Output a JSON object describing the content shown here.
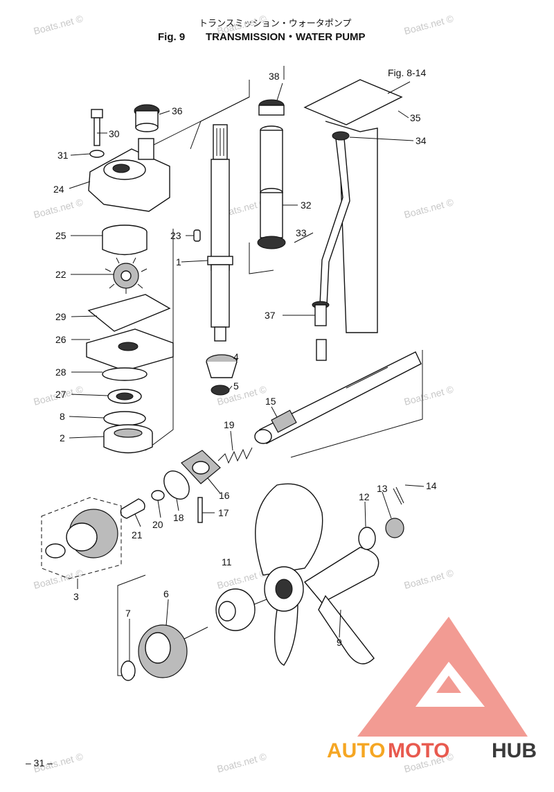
{
  "header": {
    "jp_title": "トランスミッション・ウォータポンプ",
    "fig_label": "Fig. 9",
    "title": "TRANSMISSION・WATER PUMP",
    "ref_label": "Fig. 8-14"
  },
  "watermark": "Boats.net ©",
  "callouts": {
    "c1": "1",
    "c2": "2",
    "c3": "3",
    "c4": "4",
    "c5": "5",
    "c6": "6",
    "c7": "7",
    "c8": "8",
    "c9": "9",
    "c11": "11",
    "c12": "12",
    "c13": "13",
    "c14": "14",
    "c15": "15",
    "c16": "16",
    "c17": "17",
    "c18": "18",
    "c19": "19",
    "c20": "20",
    "c21": "21",
    "c22": "22",
    "c23": "23",
    "c24": "24",
    "c25": "25",
    "c26": "26",
    "c27": "27",
    "c28": "28",
    "c29": "29",
    "c30": "30",
    "c31": "31",
    "c32": "32",
    "c33": "33",
    "c34": "34",
    "c35": "35",
    "c36": "36",
    "c37": "37",
    "c38": "38"
  },
  "footer": {
    "page_number": "– 31 –"
  },
  "logo": {
    "part1": "AUTO",
    "part2": "MOTO",
    "part3": "HUB",
    "color_red": "#e85a4f",
    "color_orange": "#f5a623",
    "color_dark": "#3a3a3a"
  }
}
